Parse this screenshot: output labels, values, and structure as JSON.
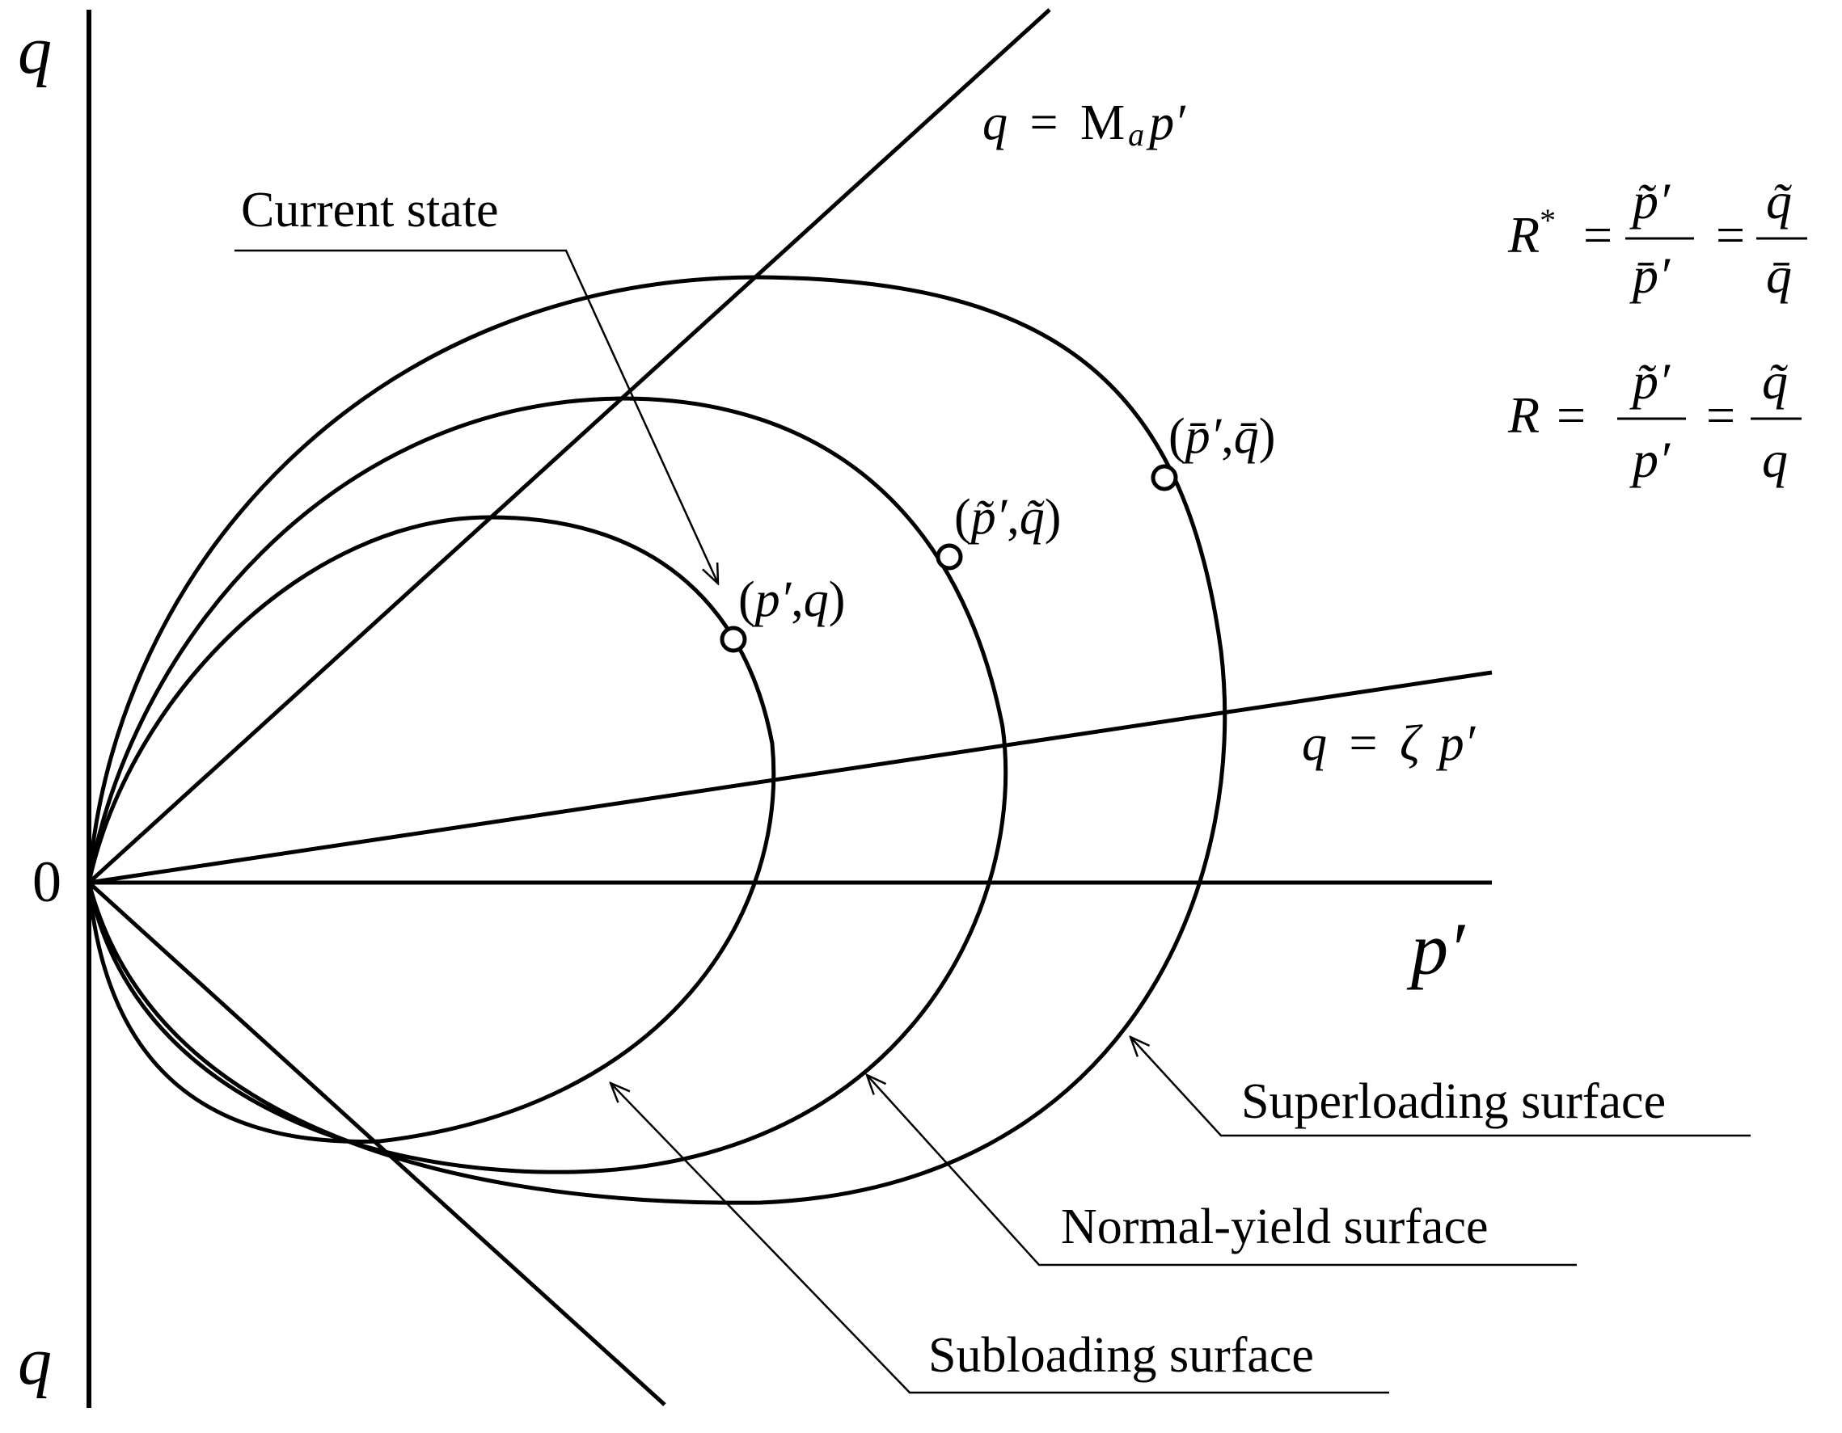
{
  "axes": {
    "q_top": "q",
    "q_bottom": "q",
    "origin": "0",
    "p_axis": "p′"
  },
  "lines": {
    "critical_state": {
      "lhs": "q",
      "eq": "=",
      "coef": "M",
      "sub": "a",
      "rhs": "p′"
    },
    "zeta_line": {
      "lhs": "q",
      "eq": "=",
      "coef": "ζ",
      "rhs": "p′"
    }
  },
  "points": {
    "current": {
      "open": "(",
      "p": "p",
      "prime": "′",
      "comma": ",",
      "q": "q",
      "close": ")"
    },
    "normal": {
      "open": "(",
      "p": "p̃",
      "prime": "′",
      "comma": ",",
      "q": "q̃",
      "close": ")"
    },
    "super": {
      "open": "(",
      "p": "p̄",
      "prime": "′",
      "comma": ",",
      "q": "q̄",
      "close": ")"
    }
  },
  "labels": {
    "current_state": "Current state",
    "superloading": "Superloading surface",
    "normal_yield": "Normal-yield surface",
    "subloading": "Subloading surface"
  },
  "formulas": {
    "r_star": {
      "lhs": "R",
      "sup": "*",
      "eq": "=",
      "n1": "p̃′",
      "d1": "p̄′",
      "n2": "q̃",
      "d2": "q̄"
    },
    "r": {
      "lhs": "R",
      "eq": "=",
      "n1": "p̃′",
      "d1": "p′",
      "n2": "q̃",
      "d2": "q"
    }
  }
}
